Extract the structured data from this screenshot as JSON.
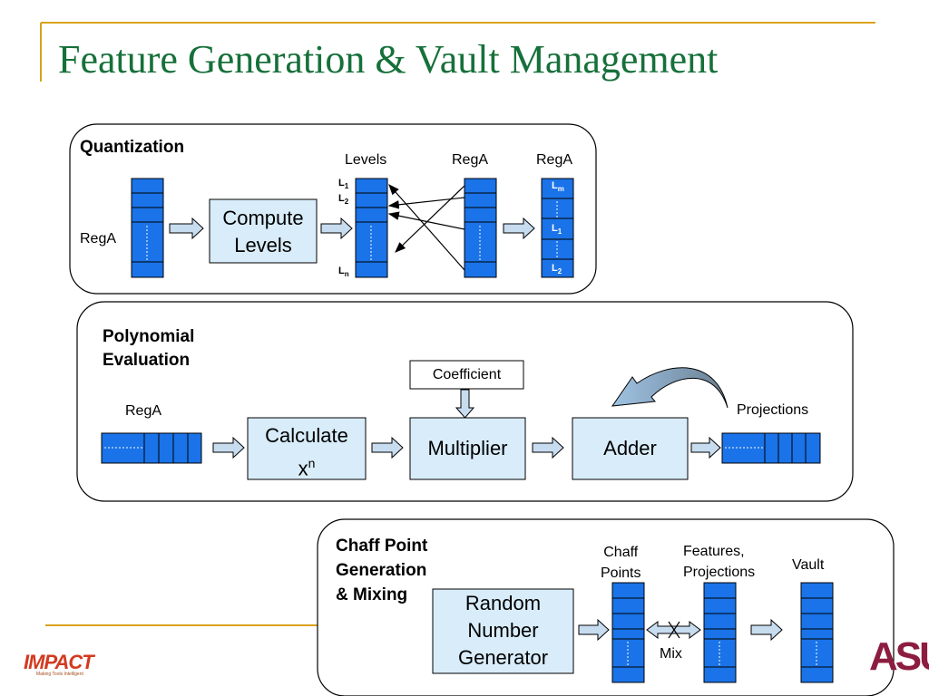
{
  "title": "Feature Generation & Vault Management",
  "quantization": {
    "heading": "Quantization",
    "input_label": "RegA",
    "compute_box": [
      "Compute",
      "Levels"
    ],
    "levels_header": "Levels",
    "rega_header_1": "RegA",
    "rega_header_2": "RegA",
    "level_labels": [
      {
        "base": "L",
        "sub": "1"
      },
      {
        "base": "L",
        "sub": "2"
      },
      {
        "base": "L",
        "sub": "n"
      }
    ],
    "output_labels": [
      {
        "base": "L",
        "sub": "m"
      },
      {
        "base": "L",
        "sub": "1"
      },
      {
        "base": "L",
        "sub": "2"
      }
    ]
  },
  "polynomial": {
    "heading": [
      "Polynomial",
      "Evaluation"
    ],
    "input_label": "RegA",
    "calc_box": {
      "line1": "Calculate",
      "base": "x",
      "sup": "n"
    },
    "coefficient": "Coefficient",
    "multiplier": "Multiplier",
    "adder": "Adder",
    "output_label": "Projections"
  },
  "chaff": {
    "heading": [
      "Chaff Point",
      "Generation",
      "& Mixing"
    ],
    "rng_box": [
      "Random",
      "Number",
      "Generator"
    ],
    "chaff_header": [
      "Chaff",
      "Points"
    ],
    "features_header": [
      "Features,",
      "Projections"
    ],
    "vault_header": "Vault",
    "mix_label": "Mix"
  },
  "colors": {
    "title": "#16703a",
    "accent_line": "#d9a21b",
    "register_fill": "#1a73e8",
    "process_box_fill": "#d8ecfa",
    "arrow_fill": "#c7dcef"
  },
  "logos": {
    "left": "IMPACT",
    "left_tagline": "Making Tools Intelligent",
    "right": "ASU"
  }
}
